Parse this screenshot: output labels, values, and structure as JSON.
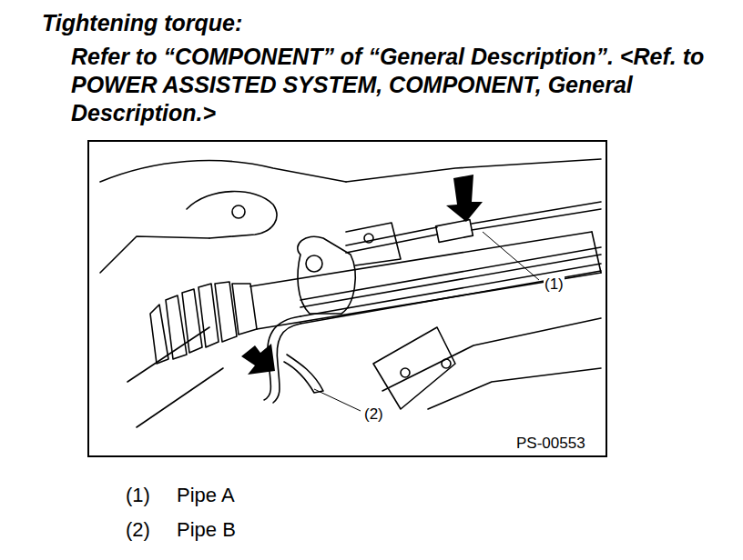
{
  "diagram": {
    "title": "Tightening torque:",
    "labels": [
      "Refer to “COMPONENT” of “General Description”. <Ref. to POWER ASSISTED SYSTEM, COMPONENT, General Description.>",
      "(1)",
      "(2)",
      "PS-00553",
      "(1)",
      "Pipe A",
      "(2)",
      "Pipe B"
    ]
  }
}
